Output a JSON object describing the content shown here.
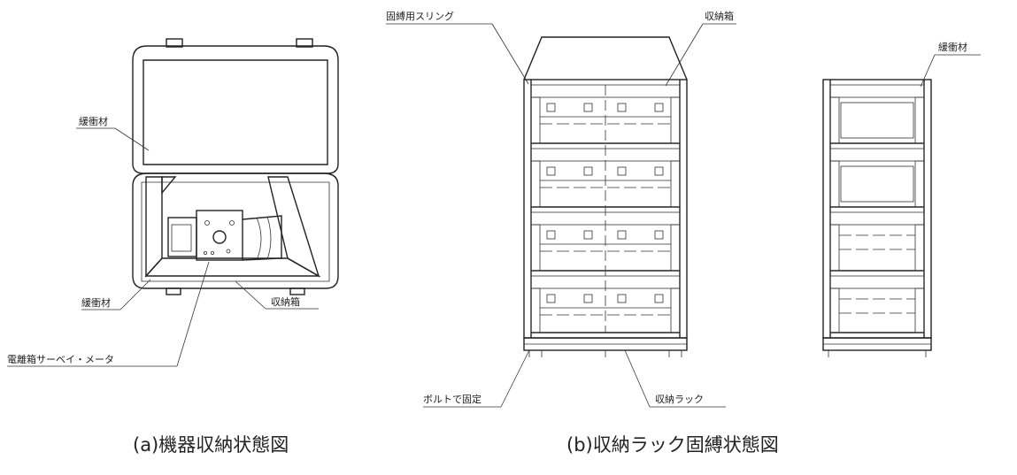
{
  "left_panel": {
    "labels": {
      "cushion_lid": "緩衝材",
      "cushion_bottom": "緩衝材",
      "storage_box": "収納箱",
      "meter": "電離箱サーベイ・メータ"
    },
    "caption": "(a)機器収納状態図"
  },
  "right_panel": {
    "labels": {
      "sling": "固縛用スリング",
      "storage_box": "収納箱",
      "cushion": "緩衝材",
      "bolt": "ボルトで固定",
      "rack": "収納ラック"
    },
    "caption": "(b)収納ラック固縛状態図"
  }
}
